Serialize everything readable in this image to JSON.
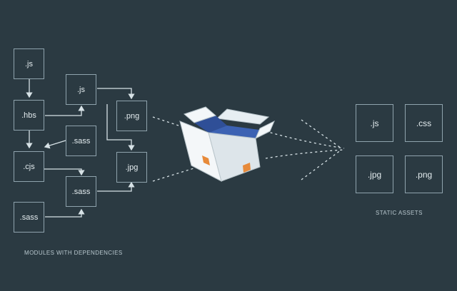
{
  "modules": {
    "caption": "MODULES WITH DEPENDENCIES",
    "items": [
      ".js",
      ".js",
      ".hbs",
      ".png",
      ".sass",
      ".cjs",
      ".jpg",
      ".sass",
      ".sass"
    ]
  },
  "assets": {
    "caption": "STATIC ASSETS",
    "items": [
      ".js",
      ".css",
      ".jpg",
      ".png"
    ]
  },
  "colors": {
    "background": "#2b3a42",
    "box_outline": "#8fa3ad",
    "text": "#e4ecef",
    "bundle_inner": "#3c62b3",
    "bundle_tape": "#e78a3a"
  }
}
